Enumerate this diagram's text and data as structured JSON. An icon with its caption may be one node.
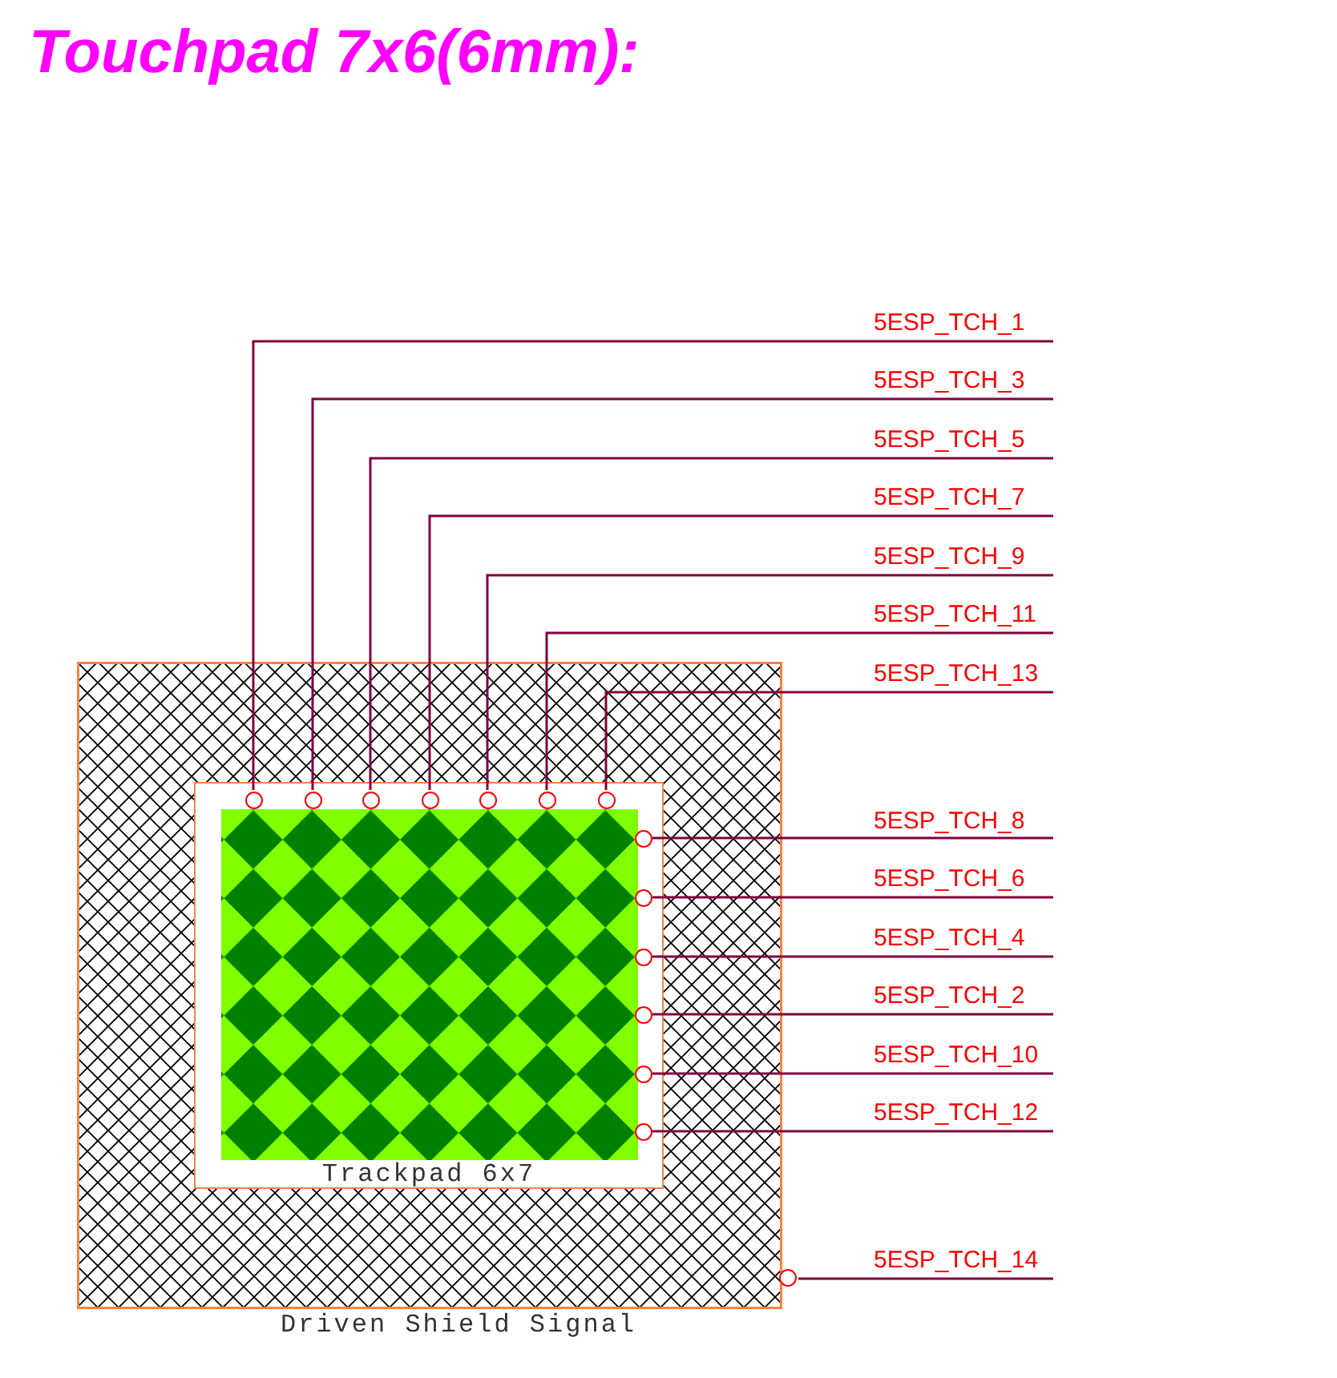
{
  "diagram": {
    "title": "Touchpad 7x6(6mm):",
    "nodes": [
      {
        "text": [
          "Driven Shield Signal"
        ]
      },
      {
        "text": [
          "Trackpad 6x7"
        ],
        "in": 0
      },
      {
        "text": [],
        "shape": "circle",
        "in": 1
      },
      {
        "text": [],
        "shape": "circle",
        "in": 1
      },
      {
        "text": [],
        "shape": "circle",
        "in": 1
      },
      {
        "text": [],
        "shape": "circle",
        "in": 1
      },
      {
        "text": [],
        "shape": "circle",
        "in": 1
      },
      {
        "text": [],
        "shape": "circle",
        "in": 1
      },
      {
        "text": [],
        "shape": "circle",
        "in": 1
      },
      {
        "text": [],
        "shape": "circle",
        "in": 1
      },
      {
        "text": [],
        "shape": "circle",
        "in": 1
      },
      {
        "text": [],
        "shape": "circle",
        "in": 1
      },
      {
        "text": [],
        "shape": "circle",
        "in": 1
      },
      {
        "text": [],
        "shape": "circle",
        "in": 1
      },
      {
        "text": [],
        "shape": "circle",
        "in": 1
      },
      {
        "text": [],
        "shape": "circle"
      },
      {
        "text": [
          "5ESP_TCH_1"
        ]
      },
      {
        "text": [
          "5ESP_TCH_3"
        ]
      },
      {
        "text": [
          "5ESP_TCH_5"
        ]
      },
      {
        "text": [
          "5ESP_TCH_7"
        ]
      },
      {
        "text": [
          "5ESP_TCH_9"
        ]
      },
      {
        "text": [
          "5ESP_TCH_11"
        ]
      },
      {
        "text": [
          "5ESP_TCH_13"
        ]
      },
      {
        "text": [
          "5ESP_TCH_8"
        ]
      },
      {
        "text": [
          "5ESP_TCH_6"
        ]
      },
      {
        "text": [
          "5ESP_TCH_4"
        ]
      },
      {
        "text": [
          "5ESP_TCH_2"
        ]
      },
      {
        "text": [
          "5ESP_TCH_10"
        ]
      },
      {
        "text": [
          "5ESP_TCH_12"
        ]
      },
      {
        "text": [
          "5ESP_TCH_14"
        ]
      }
    ],
    "edges": [
      {
        "from": 16,
        "to": 2,
        "arrow": "none"
      },
      {
        "from": 17,
        "to": 3,
        "arrow": "none"
      },
      {
        "from": 18,
        "to": 4,
        "arrow": "none"
      },
      {
        "from": 19,
        "to": 5,
        "arrow": "none"
      },
      {
        "from": 20,
        "to": 6,
        "arrow": "none"
      },
      {
        "from": 21,
        "to": 7,
        "arrow": "none"
      },
      {
        "from": 22,
        "to": 8,
        "arrow": "none"
      },
      {
        "from": 23,
        "to": 9,
        "arrow": "none"
      },
      {
        "from": 24,
        "to": 10,
        "arrow": "none"
      },
      {
        "from": 25,
        "to": 11,
        "arrow": "none"
      },
      {
        "from": 26,
        "to": 12,
        "arrow": "none"
      },
      {
        "from": 27,
        "to": 13,
        "arrow": "none"
      },
      {
        "from": 28,
        "to": 14,
        "arrow": "none"
      },
      {
        "from": 29,
        "to": 15,
        "arrow": "none"
      }
    ]
  }
}
